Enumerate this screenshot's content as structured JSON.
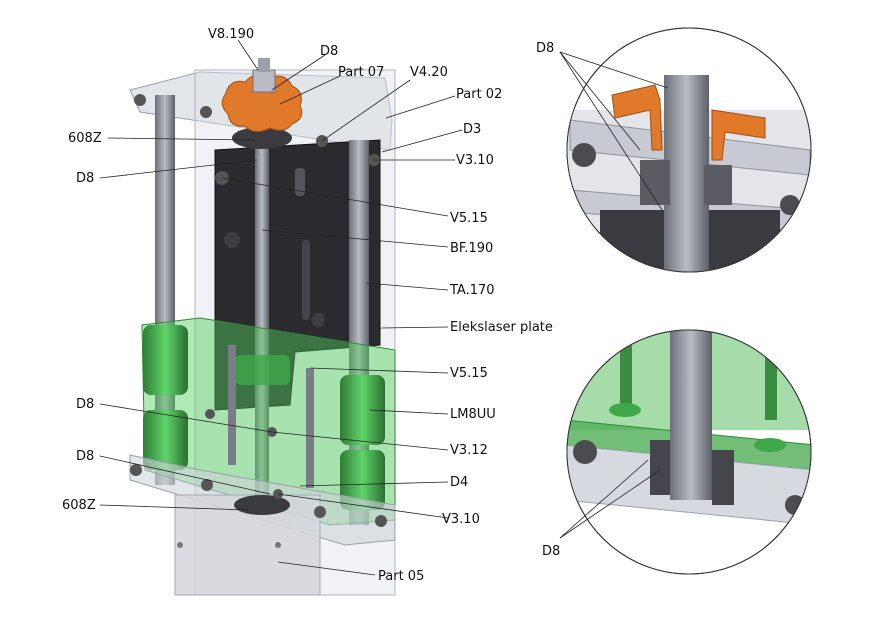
{
  "labels": {
    "v8_190": "V8.190",
    "d8_top": "D8",
    "part_07": "Part 07",
    "v4_20": "V4.20",
    "part_02": "Part 02",
    "d3": "D3",
    "v3_10_top": "V3.10",
    "b608z_top": "608Z",
    "d8_left_top": "D8",
    "v5_15_top": "V5.15",
    "bf_190": "BF.190",
    "ta_170": "TA.170",
    "elekslaser_plate": "Elekslaser plate",
    "v5_15_bottom": "V5.15",
    "d8_left_mid": "D8",
    "lm8uu": "LM8UU",
    "v3_12": "V3.12",
    "d8_left_low": "D8",
    "d4": "D4",
    "b608z_bottom": "608Z",
    "v3_10_bottom": "V3.10",
    "part_05": "Part 05",
    "detail_top_d8": "D8",
    "detail_bottom_d8": "D8"
  },
  "colors": {
    "aluminum": "#c9cdd6",
    "dark_plate": "#2b2b2f",
    "orange_knob": "#e07a2a",
    "green_bearing": "#3fa84a",
    "shaft": "#8a8d95"
  }
}
